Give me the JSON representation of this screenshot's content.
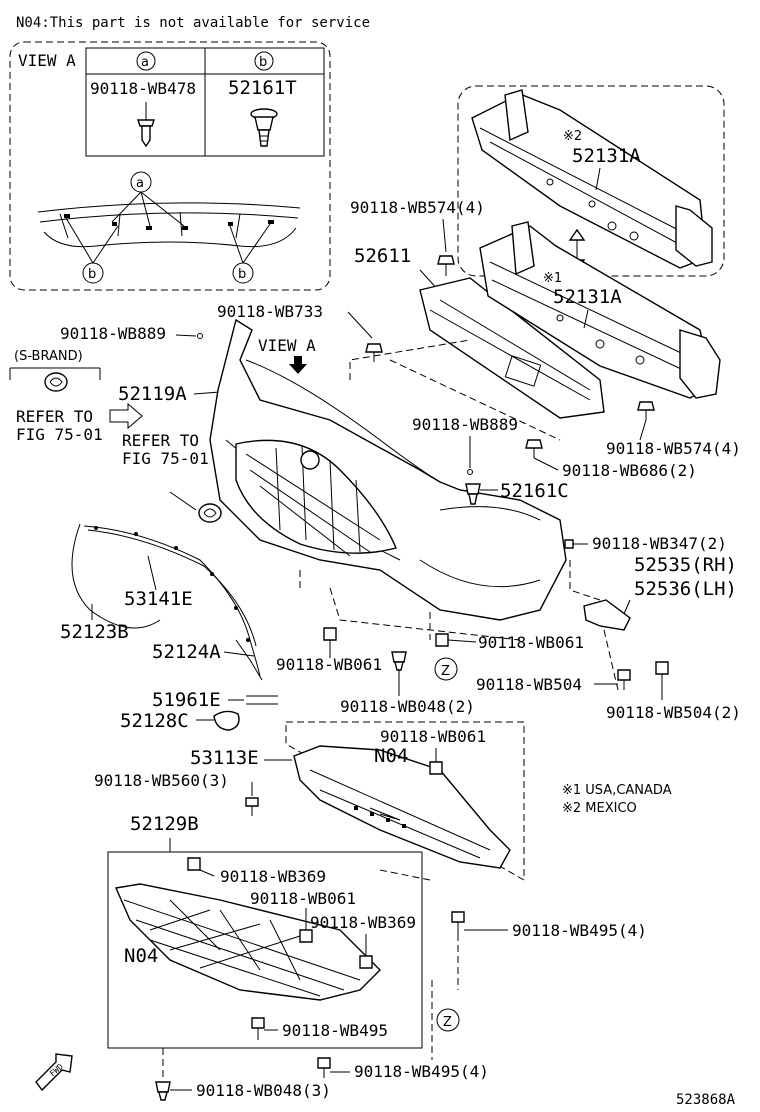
{
  "header_note": "N04:This part is not available for service",
  "diagram_code": "523868A",
  "view_a": {
    "title": "VIEW A",
    "col_a_marker": "a",
    "col_b_marker": "b",
    "col_a_part": "90118-WB478",
    "col_b_part": "52161T",
    "detail_marker_a": "a",
    "detail_marker_b1": "b",
    "detail_marker_b2": "b"
  },
  "view_a_arrow_label": "VIEW A",
  "s_brand": {
    "label": "(S-BRAND)",
    "refer1_line1": "REFER TO",
    "refer1_line2": "FIG 75-01",
    "refer2_line1": "REFER TO",
    "refer2_line2": "FIG 75-01"
  },
  "notes": {
    "note1": "※1 USA,CANADA",
    "note2": "※2 MEXICO"
  },
  "markers": {
    "star2": "※2",
    "star1": "※1",
    "n04_upper": "N04",
    "n04_lower": "N04",
    "z1": "Z",
    "z2": "Z"
  },
  "labels": {
    "p52131A_top": "52131A",
    "wb574_top": "90118-WB574(4)",
    "p52611": "52611",
    "p52131A_mid": "52131A",
    "wb733": "90118-WB733",
    "wb889_left": "90118-WB889",
    "p52119A": "52119A",
    "wb889_mid": "90118-WB889",
    "wb574_right": "90118-WB574(4)",
    "wb686": "90118-WB686(2)",
    "p52161C": "52161C",
    "wb347": "90118-WB347(2)",
    "p52535": "52535(RH)",
    "p52536": "52536(LH)",
    "p53141E": "53141E",
    "p52123B": "52123B",
    "p52124A": "52124A",
    "wb061_a": "90118-WB061",
    "wb061_b": "90118-WB061",
    "wb504_a": "90118-WB504",
    "wb504_b": "90118-WB504(2)",
    "p51961E": "51961E",
    "wb048_a": "90118-WB048(2)",
    "p52128C": "52128C",
    "p53113E": "53113E",
    "wb061_c": "90118-WB061",
    "wb560": "90118-WB560(3)",
    "p52129B": "52129B",
    "wb369_a": "90118-WB369",
    "wb061_d": "90118-WB061",
    "wb369_b": "90118-WB369",
    "wb495_a": "90118-WB495(4)",
    "wb495_b": "90118-WB495",
    "wb495_c": "90118-WB495(4)",
    "wb048_b": "90118-WB048(3)"
  },
  "fwd_label": "FWD"
}
